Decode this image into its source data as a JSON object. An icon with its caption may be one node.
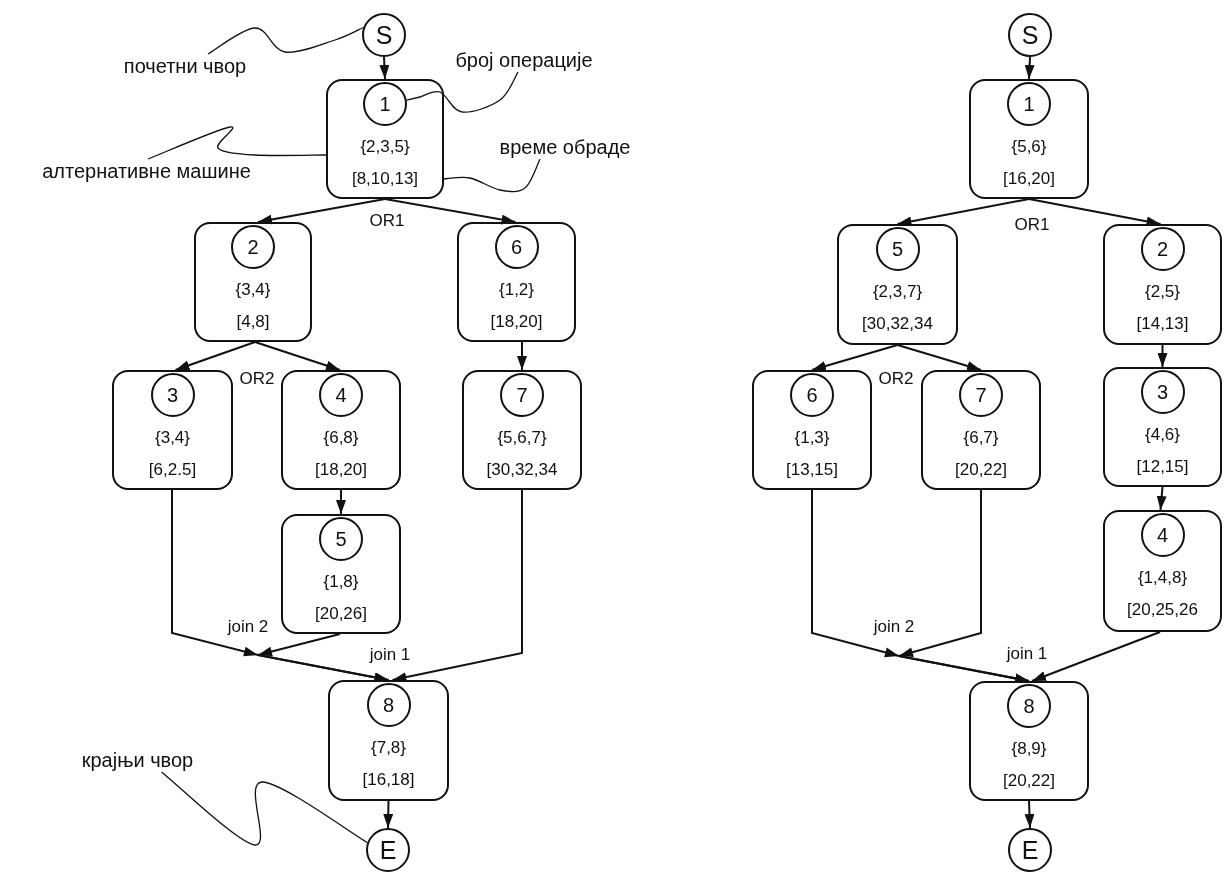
{
  "diagram": {
    "nodes": [
      {
        "text": [
          "S"
        ]
      },
      {
        "text": [
          "{2,3,5}",
          "[8,10,13]"
        ]
      },
      {
        "text": [
          "1"
        ],
        "in": 1
      },
      {
        "text": [
          "{3,4}",
          "[4,8]"
        ]
      },
      {
        "text": [
          "2"
        ],
        "in": 3
      },
      {
        "text": [
          "{1,2}",
          "[18,20]"
        ]
      },
      {
        "text": [
          "6"
        ],
        "in": 5
      },
      {
        "text": [
          "{3,4}",
          "[6,2.5]"
        ]
      },
      {
        "text": [
          "3"
        ],
        "in": 7
      },
      {
        "text": [
          "{6,8}",
          "[18,20]"
        ]
      },
      {
        "text": [
          "4"
        ],
        "in": 9
      },
      {
        "text": [
          "{5,6,7}",
          "[30,32,34"
        ]
      },
      {
        "text": [
          "7"
        ],
        "in": 11
      },
      {
        "text": [
          "{1,8}",
          "[20,26]"
        ]
      },
      {
        "text": [
          "5"
        ],
        "in": 13
      },
      {
        "text": [
          "{7,8}",
          "[16,18]"
        ]
      },
      {
        "text": [
          "8"
        ],
        "in": 15
      },
      {
        "text": [
          "E"
        ]
      },
      {
        "text": [
          "почетни чвор"
        ]
      },
      {
        "text": [
          "број операције"
        ]
      },
      {
        "text": [
          "алтернативне машине"
        ]
      },
      {
        "text": [
          "време обраде"
        ]
      },
      {
        "text": [
          "крајњи чвор"
        ]
      },
      {
        "text": [
          "S"
        ]
      },
      {
        "text": [
          "{5,6}",
          "[16,20]"
        ]
      },
      {
        "text": [
          "1"
        ],
        "in": 24
      },
      {
        "text": [
          "{2,3,7}",
          "[30,32,34"
        ]
      },
      {
        "text": [
          "5"
        ],
        "in": 26
      },
      {
        "text": [
          "{2,5}",
          "[14,13]"
        ]
      },
      {
        "text": [
          "2"
        ],
        "in": 28
      },
      {
        "text": [
          "{1,3}",
          "[13,15]"
        ]
      },
      {
        "text": [
          "6"
        ],
        "in": 30
      },
      {
        "text": [
          "{6,7}",
          "[20,22]"
        ]
      },
      {
        "text": [
          "7"
        ],
        "in": 32
      },
      {
        "text": [
          "{4,6}",
          "[12,15]"
        ]
      },
      {
        "text": [
          "3"
        ],
        "in": 34
      },
      {
        "text": [
          "{1,4,8}",
          "[20,25,26"
        ]
      },
      {
        "text": [
          "4"
        ],
        "in": 36
      },
      {
        "text": [
          "{8,9}",
          "[20,22]"
        ]
      },
      {
        "text": [
          "8"
        ],
        "in": 38
      },
      {
        "text": [
          "E"
        ]
      }
    ],
    "edges": [
      {
        "from": 0,
        "to": 1,
        "arrow": "to"
      },
      {
        "from": 1,
        "to": 3,
        "arrow": "to"
      },
      {
        "from": 1,
        "to": 5,
        "arrow": "to"
      },
      {
        "from": 3,
        "to": 7,
        "arrow": "to"
      },
      {
        "from": 3,
        "to": 9,
        "arrow": "to"
      },
      {
        "from": 9,
        "to": 13,
        "arrow": "to"
      },
      {
        "from": 5,
        "to": 11,
        "arrow": "to"
      },
      {
        "from": 7,
        "to": 15,
        "arrow": "to"
      },
      {
        "from": 13,
        "to": 15,
        "arrow": "to"
      },
      {
        "from": 11,
        "to": 15,
        "arrow": "to"
      },
      {
        "from": 15,
        "to": 17,
        "arrow": "to"
      },
      {
        "from": 18,
        "to": 0,
        "arrow": "none"
      },
      {
        "from": 19,
        "to": 2,
        "arrow": "none"
      },
      {
        "from": 20,
        "to": 1,
        "arrow": "none"
      },
      {
        "from": 21,
        "to": 1,
        "arrow": "none"
      },
      {
        "from": 22,
        "to": 17,
        "arrow": "none"
      },
      {
        "from": 23,
        "to": 24,
        "arrow": "to"
      },
      {
        "from": 24,
        "to": 26,
        "arrow": "to"
      },
      {
        "from": 24,
        "to": 28,
        "arrow": "to"
      },
      {
        "from": 26,
        "to": 30,
        "arrow": "to"
      },
      {
        "from": 26,
        "to": 32,
        "arrow": "to"
      },
      {
        "from": 28,
        "to": 34,
        "arrow": "to"
      },
      {
        "from": 34,
        "to": 36,
        "arrow": "to"
      },
      {
        "from": 30,
        "to": 38,
        "arrow": "to"
      },
      {
        "from": 32,
        "to": 38,
        "arrow": "to"
      },
      {
        "from": 36,
        "to": 38,
        "arrow": "to"
      },
      {
        "from": 38,
        "to": 40,
        "arrow": "to"
      }
    ],
    "labels": [
      "OR1",
      "OR2",
      "join 2",
      "join 1",
      "OR1",
      "OR2",
      "join 2",
      "join 1"
    ]
  }
}
